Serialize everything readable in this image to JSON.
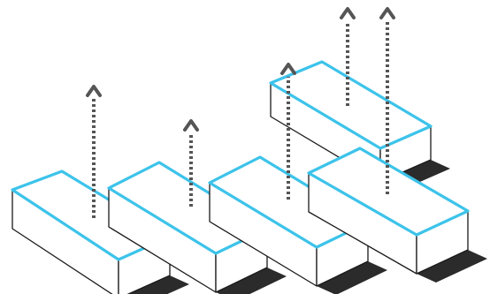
{
  "colors": {
    "top_outline": "#3cc3ea",
    "edge": "#1a1a1a",
    "face": "#ffffff",
    "shadow": "#2b2b2b",
    "arrow": "#555555"
  },
  "icons": {
    "arrow": "dotted-up-arrow",
    "block": "isometric-box"
  },
  "blocks": [
    {
      "id": "block-1"
    },
    {
      "id": "block-2"
    },
    {
      "id": "block-3"
    },
    {
      "id": "block-4"
    },
    {
      "id": "block-5"
    }
  ],
  "arrows": [
    {
      "id": "arrow-1"
    },
    {
      "id": "arrow-2"
    },
    {
      "id": "arrow-3"
    },
    {
      "id": "arrow-4"
    },
    {
      "id": "arrow-5"
    },
    {
      "id": "arrow-6"
    }
  ]
}
